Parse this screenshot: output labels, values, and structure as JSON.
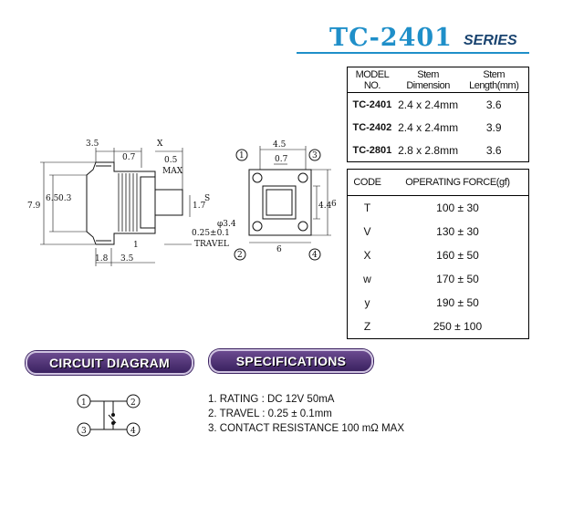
{
  "header": {
    "model": "TC-2401",
    "series": "SERIES"
  },
  "stem_table": {
    "headers": [
      "MODEL NO.",
      "Stem Dimension",
      "Stem Length(mm)"
    ],
    "rows": [
      {
        "model": "TC-2401",
        "dimension": "2.4 x 2.4mm",
        "length": "3.6"
      },
      {
        "model": "TC-2402",
        "dimension": "2.4 x 2.4mm",
        "length": "3.9"
      },
      {
        "model": "TC-2801",
        "dimension": "2.8 x 2.8mm",
        "length": "3.6"
      }
    ]
  },
  "force_table": {
    "headers": [
      "CODE",
      "OPERATING FORCE(gf)"
    ],
    "rows": [
      {
        "code": "T",
        "force": "100 ± 30"
      },
      {
        "code": "V",
        "force": "130 ± 30"
      },
      {
        "code": "X",
        "force": "160 ± 50"
      },
      {
        "code": "w",
        "force": "170 ± 50"
      },
      {
        "code": "y",
        "force": "190 ± 50"
      },
      {
        "code": "Z",
        "force": "250 ± 100"
      }
    ]
  },
  "drawing_side": {
    "dims": [
      "3.5",
      "0.7",
      "X",
      "0.5",
      "MAX",
      "7.9",
      "6.5",
      "0.3",
      "1.7",
      "S",
      "φ3.4",
      "0.25±0.1",
      "TRAVEL",
      "1",
      "1.8",
      "3.5"
    ]
  },
  "drawing_top": {
    "dims": [
      "4.5",
      "0.7",
      "4.4",
      "6",
      "6"
    ],
    "pins": [
      "1",
      "2",
      "3",
      "4"
    ]
  },
  "sections": {
    "circuit": "CIRCUIT DIAGRAM",
    "specs": "SPECIFICATIONS"
  },
  "circuit": {
    "pins": [
      "1",
      "2",
      "3",
      "4"
    ]
  },
  "specifications": [
    "1. RATING : DC 12V  50mA",
    "2. TRAVEL : 0.25 ± 0.1mm",
    "3. CONTACT RESISTANCE 100 mΩ MAX"
  ]
}
